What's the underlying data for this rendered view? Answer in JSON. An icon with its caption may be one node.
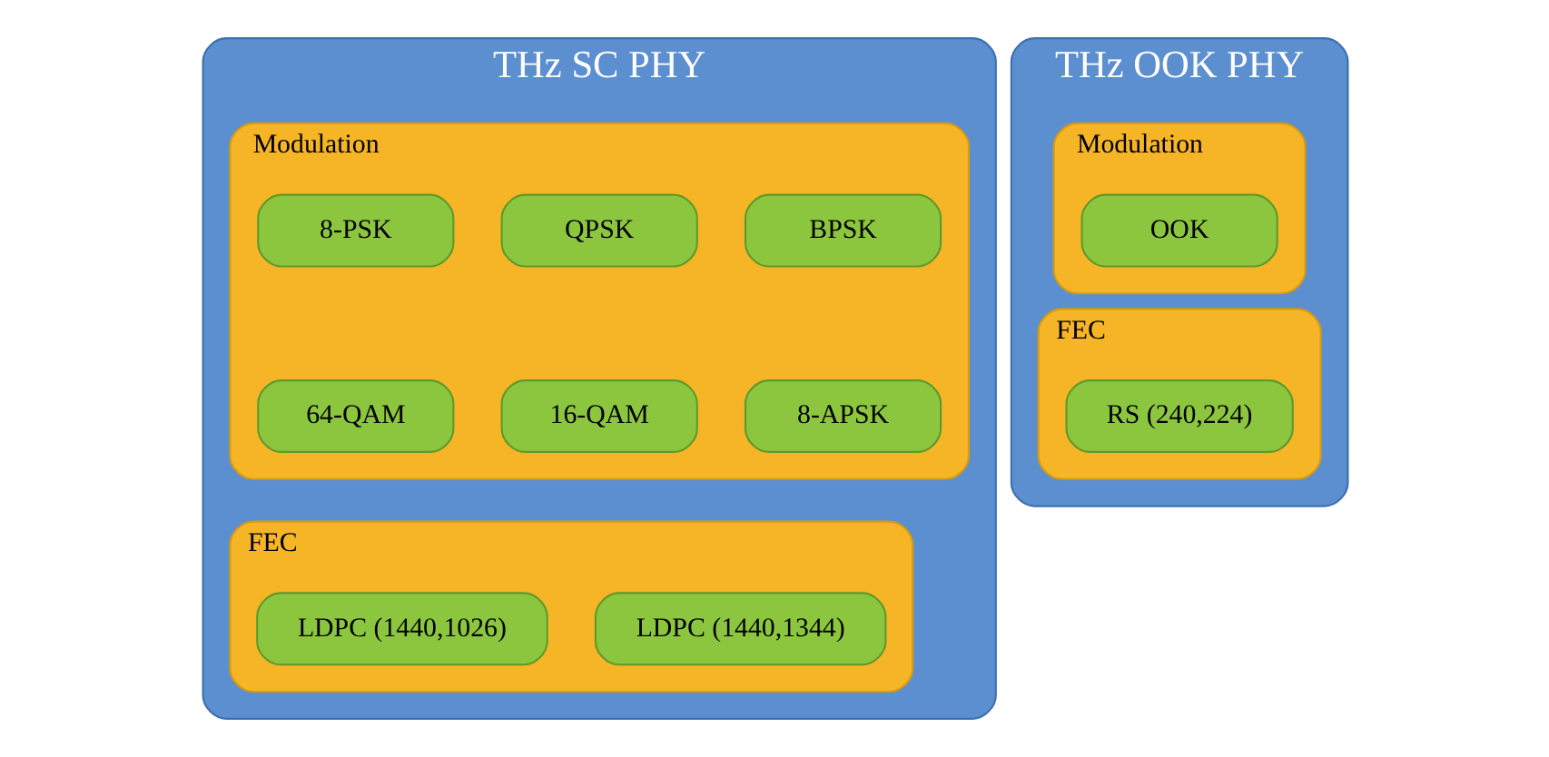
{
  "diagram": {
    "nodes": [
      {
        "text": [
          "THz SC PHY"
        ]
      },
      {
        "text": [
          "Modulation"
        ],
        "in": 0
      },
      {
        "text": [
          "BPSK"
        ],
        "in": 1
      },
      {
        "text": [
          "QPSK"
        ],
        "in": 1
      },
      {
        "text": [
          "8-PSK"
        ],
        "in": 1
      },
      {
        "text": [
          "8-APSK"
        ],
        "in": 1
      },
      {
        "text": [
          "16-QAM"
        ],
        "in": 1
      },
      {
        "text": [
          "64-QAM"
        ],
        "in": 1
      },
      {
        "text": [
          "FEC"
        ],
        "in": 0
      },
      {
        "text": [
          "LDPC (1440,1344)"
        ],
        "in": 8
      },
      {
        "text": [
          "LDPC (1440,1026)"
        ],
        "in": 8
      },
      {
        "text": [
          "THz OOK PHY"
        ]
      },
      {
        "text": [
          "Modulation"
        ],
        "in": 11
      },
      {
        "text": [
          "OOK"
        ],
        "in": 12
      },
      {
        "text": [
          "FEC"
        ],
        "in": 11
      },
      {
        "text": [
          "RS (240,224)"
        ],
        "in": 14
      }
    ]
  }
}
